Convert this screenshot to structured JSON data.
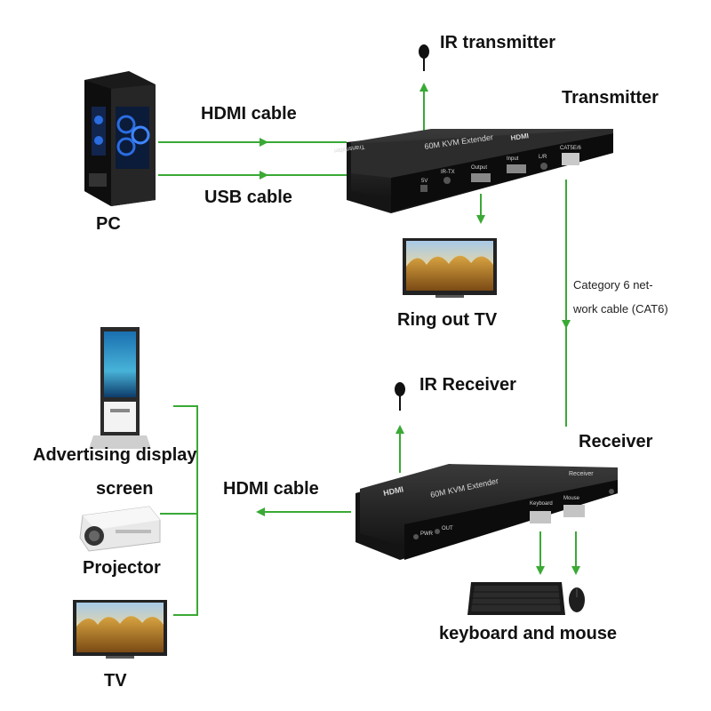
{
  "labels": {
    "ir_transmitter": "IR transmitter",
    "transmitter": "Transmitter",
    "hdmi_cable_top": "HDMI cable",
    "usb_cable": "USB cable",
    "pc": "PC",
    "ring_out_tv": "Ring out TV",
    "cat6_line1": "Category 6 net-",
    "cat6_line2": "work cable (CAT6)",
    "ir_receiver": "IR Receiver",
    "receiver": "Receiver",
    "advertising_display": "Advertising display",
    "screen": "screen",
    "hdmi_cable_bottom": "HDMI cable",
    "projector": "Projector",
    "tv": "TV",
    "keyboard_mouse": "keyboard and mouse"
  },
  "device_text": {
    "transmitter_title": "60M KVM Extender",
    "transmitter_side": "Transmitter",
    "port_5v": "5V",
    "port_irtx": "IR-TX",
    "port_output": "Output",
    "port_input": "Input",
    "port_lr": "L/R",
    "port_cat": "CAT5E/6",
    "hdmi_logo": "HDMI",
    "receiver_title": "60M KVM Extender",
    "receiver_side": "Receiver",
    "port_keyboard": "Keyboard",
    "port_mouse": "Mouse",
    "port_pwr": "PWR",
    "port_out": "OUT"
  },
  "colors": {
    "line": "#3aa935",
    "device": "#1b1b1b",
    "pc_blue": "#2a6de0"
  }
}
